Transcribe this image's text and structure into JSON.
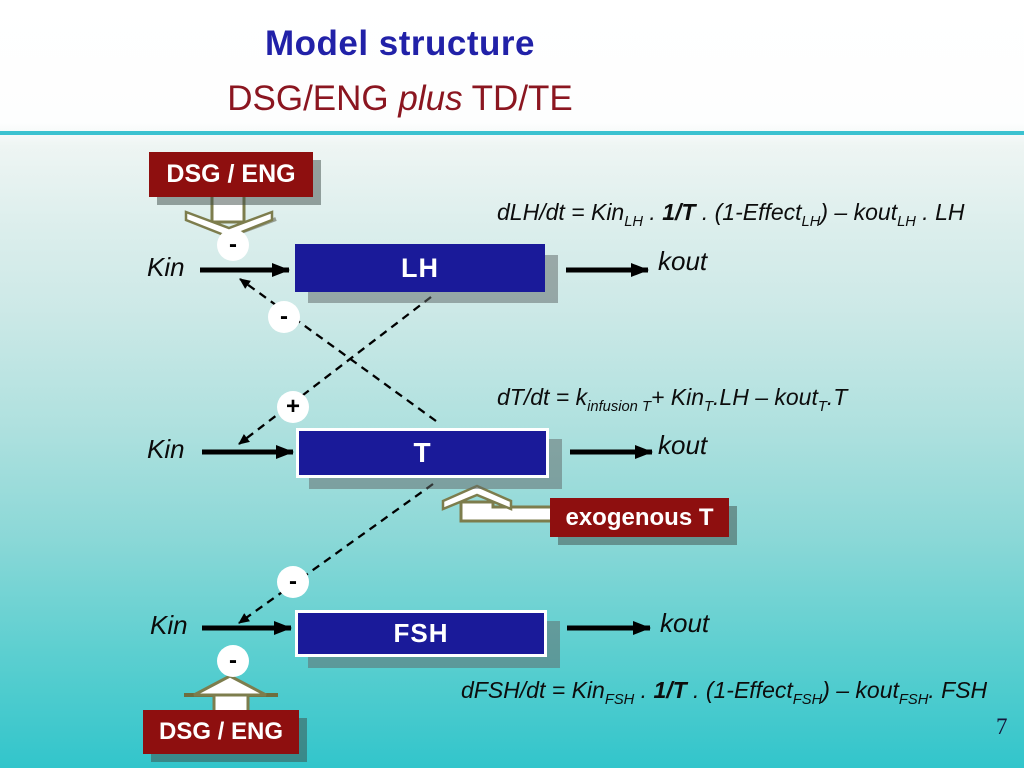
{
  "slide": {
    "title_line1": "Model structure",
    "title_line2": {
      "a": "DSG/ENG ",
      "b": "plus",
      "c": " TD/TE"
    },
    "page_number": "7"
  },
  "boxes": {
    "dsg_top": "DSG / ENG",
    "lh": "LH",
    "t": "T",
    "fsh": "FSH",
    "exogenous": "exogenous T",
    "dsg_bottom": "DSG / ENG"
  },
  "labels": {
    "kin_lh": "Kin",
    "kin_t": "Kin",
    "kin_fsh": "Kin",
    "kout_lh": "kout",
    "kout_t": "kout",
    "kout_fsh": "kout"
  },
  "signs": {
    "minus_kin_lh": "-",
    "minus_lh_feedback": "-",
    "plus_t_feedback": "+",
    "minus_fsh_feedback": "-",
    "minus_kin_fsh": "-"
  },
  "equations": {
    "lh": {
      "p1": "dLH/dt = Kin",
      "s1": "LH",
      "p2": " . ",
      "b1": "1/T",
      "p3": " . (1-Effect",
      "s2": "LH",
      "p4": ") – kout",
      "s3": "LH",
      "p5": " . LH"
    },
    "t": {
      "p1": "dT/dt = k",
      "s1": "infusion T",
      "p2": "+ Kin",
      "s2": "T",
      "p3": ".LH – kout",
      "s3": "T",
      "p4": ".T"
    },
    "fsh": {
      "p1": "dFSH/dt = Kin",
      "s1": "FSH",
      "p2": " . ",
      "b1": "1/T",
      "p3": " . (1-Effect",
      "s2": "FSH",
      "p4": ") – kout",
      "s3": "FSH",
      "p5": ". FSH"
    }
  },
  "colors": {
    "navy_box": "#1a1a99",
    "red_box": "#8e0f0f",
    "accent_teal_rule": "#3cc2d0",
    "background_bottom": "#32c5cb",
    "title_blue": "#2121a8",
    "title_red": "#8b1620",
    "block_arrow_outline": "#7d7d4d",
    "shadow_gray": "#8f9a98"
  }
}
